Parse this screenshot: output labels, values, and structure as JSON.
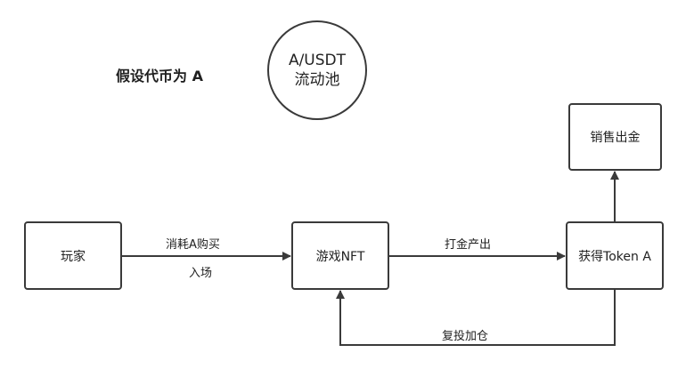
{
  "note": "假设代币为 A",
  "pool": {
    "line1": "A/USDT",
    "line2": "流动池"
  },
  "nodes": {
    "player": "玩家",
    "game_nft": "游戏NFT",
    "get_token": "获得Token A",
    "sell": "销售出金"
  },
  "edges": {
    "consume_line1": "消耗A购买",
    "consume_line2": "入场",
    "mine": "打金产出",
    "reinvest": "复投加仓"
  },
  "colors": {
    "stroke": "#3a3a3a",
    "text": "#222222"
  }
}
